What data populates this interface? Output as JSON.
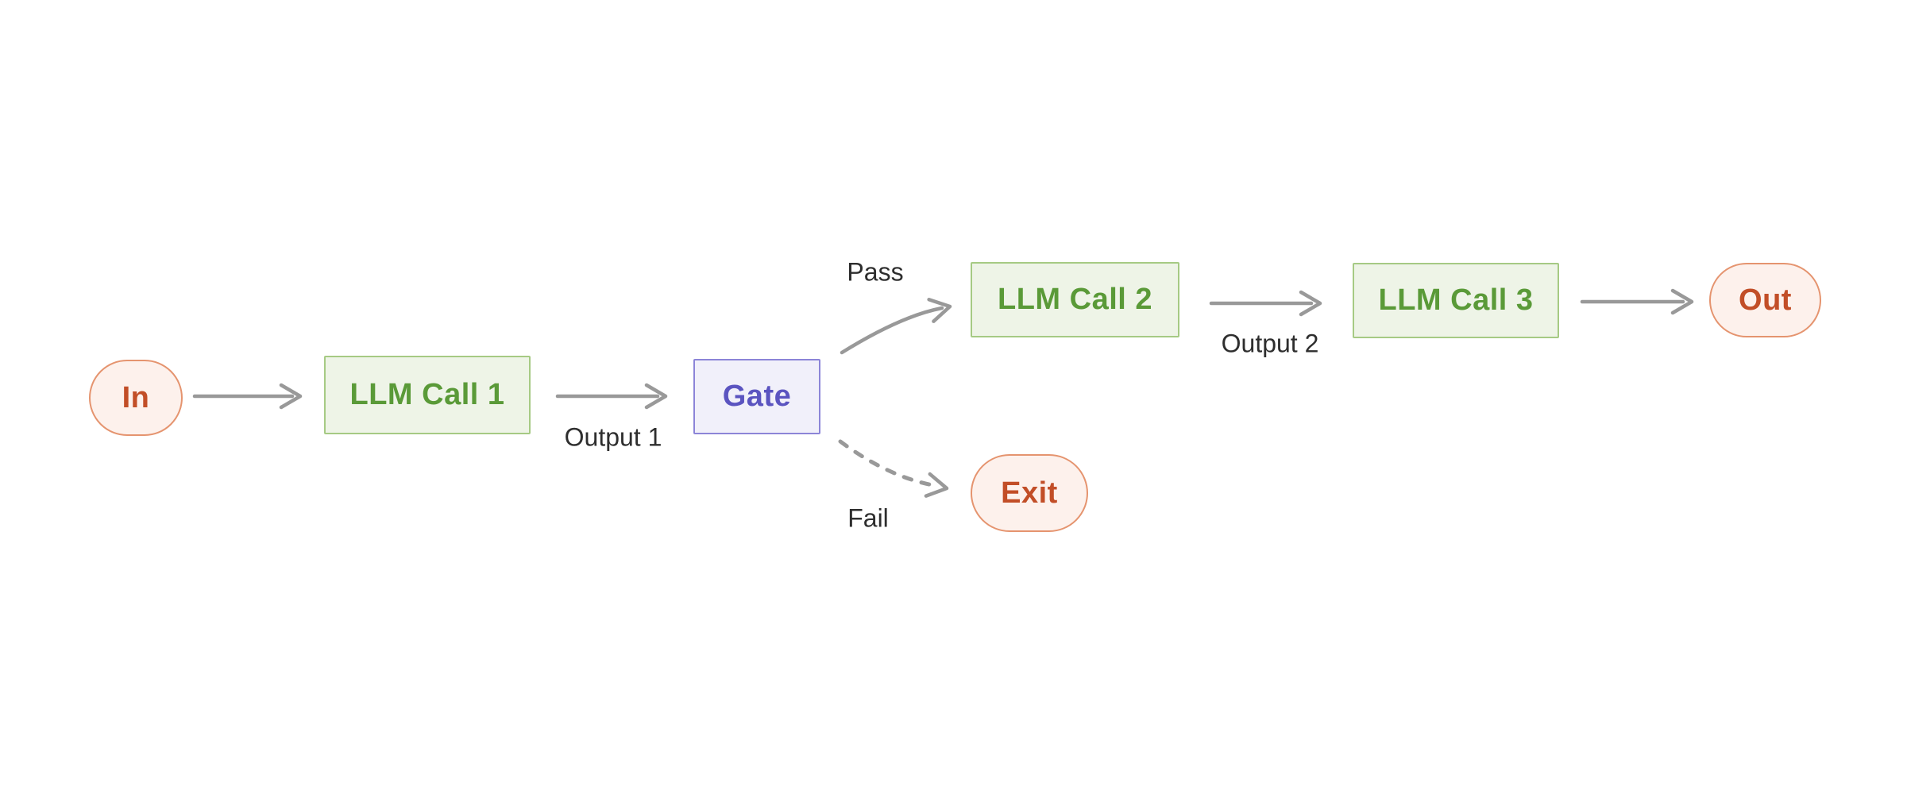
{
  "diagram": {
    "type": "flowchart",
    "direction": "left-to-right",
    "nodes": [
      {
        "id": "in",
        "label": "In",
        "kind": "terminal"
      },
      {
        "id": "llm1",
        "label": "LLM Call 1",
        "kind": "process"
      },
      {
        "id": "gate",
        "label": "Gate",
        "kind": "decision"
      },
      {
        "id": "llm2",
        "label": "LLM Call 2",
        "kind": "process"
      },
      {
        "id": "llm3",
        "label": "LLM Call 3",
        "kind": "process"
      },
      {
        "id": "out",
        "label": "Out",
        "kind": "terminal"
      },
      {
        "id": "exit",
        "label": "Exit",
        "kind": "terminal"
      }
    ],
    "edges": [
      {
        "from": "in",
        "to": "llm1",
        "label": "",
        "style": "solid"
      },
      {
        "from": "llm1",
        "to": "gate",
        "label": "Output 1",
        "style": "solid"
      },
      {
        "from": "gate",
        "to": "llm2",
        "label": "Pass",
        "style": "solid"
      },
      {
        "from": "llm2",
        "to": "llm3",
        "label": "Output 2",
        "style": "solid"
      },
      {
        "from": "llm3",
        "to": "out",
        "label": "",
        "style": "solid"
      },
      {
        "from": "gate",
        "to": "exit",
        "label": "Fail",
        "style": "dashed"
      }
    ]
  },
  "colors": {
    "bg": "#ffffff",
    "arrow": "#999999",
    "label-text": "#2e2e2e",
    "green-fill": "#eef4e7",
    "green-border": "#a6ca84",
    "green-text": "#5a9a38",
    "purple-fill": "#f1f0fa",
    "purple-border": "#8c85d8",
    "purple-text": "#5b54c0",
    "pill-fill": "#fdf1ec",
    "pill-border": "#e5946f",
    "pill-text": "#c24e27"
  }
}
